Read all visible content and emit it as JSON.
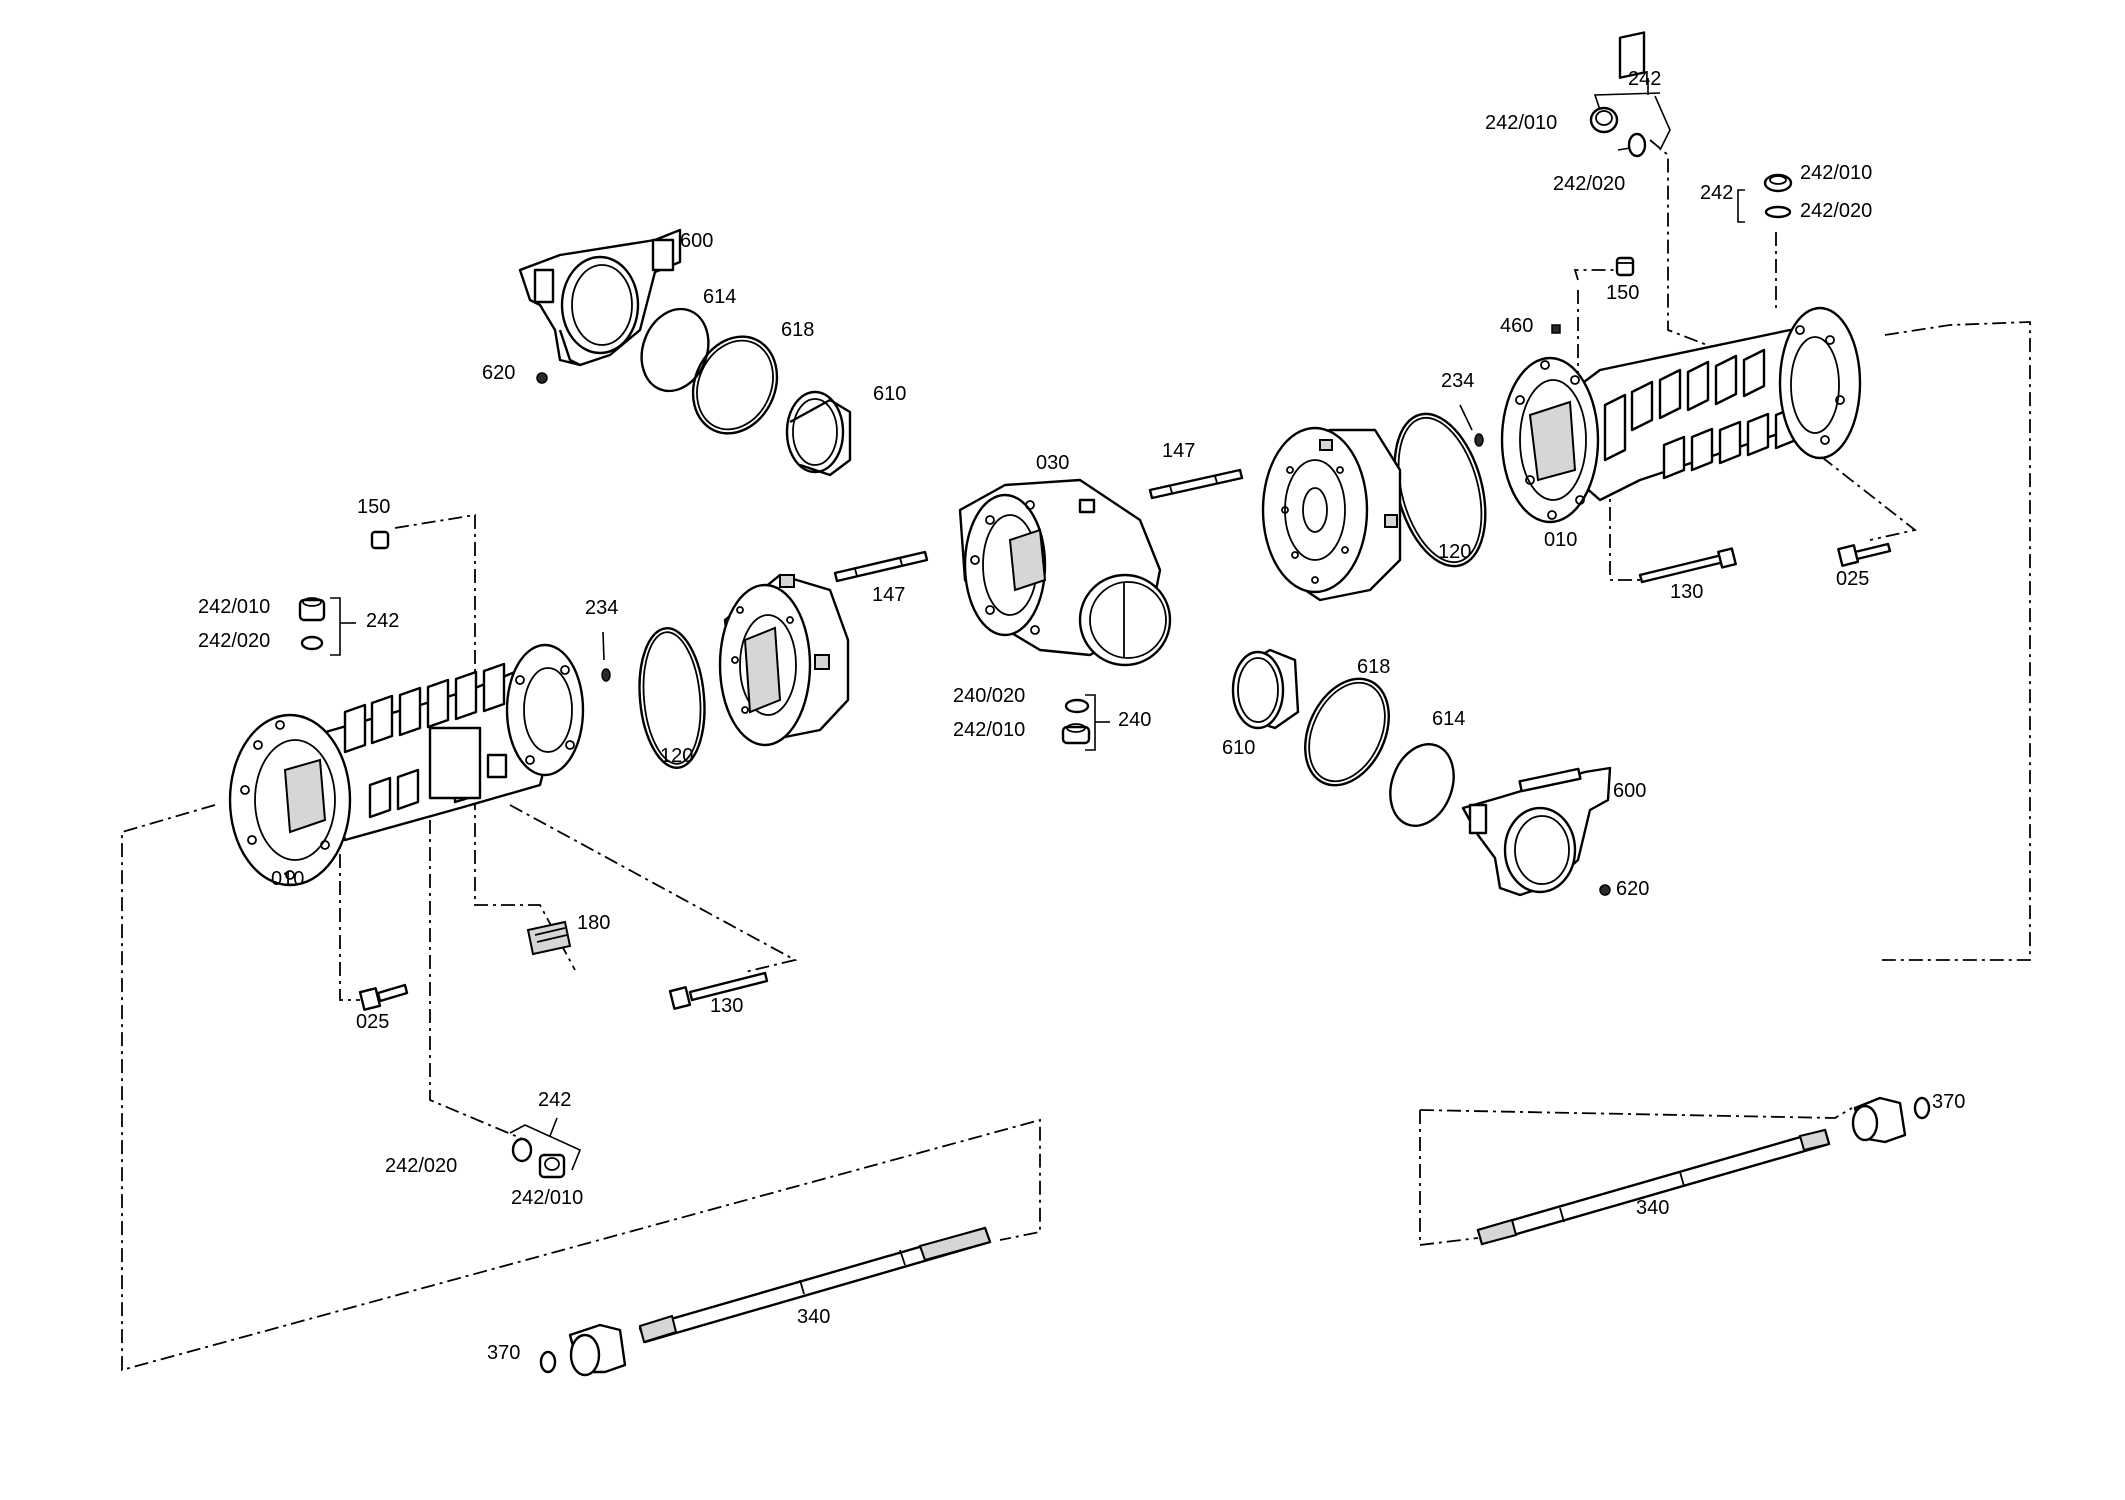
{
  "labels": {
    "l_242_tr": "242",
    "l_242010_tr_a": "242/010",
    "l_242020_tr_a": "242/020",
    "l_242_tr2": "242",
    "l_242010_tr_b": "242/010",
    "l_242020_tr_b": "242/020",
    "l_150_r": "150",
    "l_460": "460",
    "l_234_r": "234",
    "l_120_r": "120",
    "l_010_r": "010",
    "l_130_r": "130",
    "l_025_r": "025",
    "l_147_r": "147",
    "l_030": "030",
    "l_600_t": "600",
    "l_614_t": "614",
    "l_618_t": "618",
    "l_610_t": "610",
    "l_620_t": "620",
    "l_150_l": "150",
    "l_242010_l": "242/010",
    "l_242020_l": "242/020",
    "l_242_l": "242",
    "l_234_l": "234",
    "l_120_l": "120",
    "l_147_l": "147",
    "l_010_l": "010",
    "l_180": "180",
    "l_130_l": "130",
    "l_025_l": "025",
    "l_240020": "240/020",
    "l_242010_c": "242/010",
    "l_240": "240",
    "l_610_b": "610",
    "l_618_b": "618",
    "l_614_b": "614",
    "l_600_b": "600",
    "l_620_b": "620",
    "l_242_bl": "242",
    "l_242020_bl": "242/020",
    "l_242010_bl": "242/010",
    "l_370_l": "370",
    "l_340_l": "340",
    "l_340_r": "340",
    "l_370_r": "370"
  }
}
